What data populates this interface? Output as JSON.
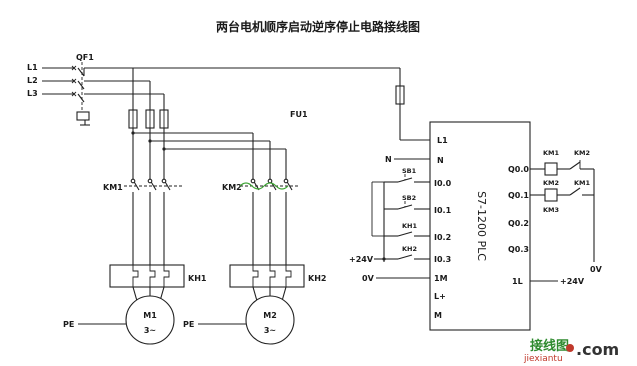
{
  "title": "两台电机顺序启动逆序停止电路接线图",
  "labels": {
    "L1": "L1",
    "L2": "L2",
    "L3": "L3",
    "QF1": "QF1",
    "FU1": "FU1",
    "KM1": "KM1",
    "KM2": "KM2",
    "KH1": "KH1",
    "KH2": "KH2",
    "PE1": "PE",
    "PE2": "PE",
    "M1": "M1",
    "M2": "M2",
    "motor_phase1": "3~",
    "motor_phase2": "3~",
    "N_left": "N",
    "V24_left": "+24V",
    "V0_left": "0V",
    "SB1": "SB1",
    "SB2": "SB2",
    "KH1_contact": "KH1",
    "KH2_contact": "KH2",
    "KM1_coil": "KM1",
    "KM2_contact": "KM2",
    "KM2_coil": "KM2",
    "KM1_contact": "KM1",
    "KM3_coil": "KM3",
    "V0_right": "0V",
    "V24_right": "+24V"
  },
  "plc": {
    "model": "S7-1200 PLC",
    "left_terminals": [
      "L1",
      "N",
      "I0.0",
      "I0.1",
      "I0.2",
      "I0.3",
      "1M",
      "L+",
      "M"
    ],
    "right_terminals": [
      "Q0.0",
      "Q0.1",
      "Q0.2",
      "Q0.3",
      "1L"
    ]
  },
  "watermark": {
    "cn": "接线图",
    "en": "jiexiantu",
    "dotcom": ".com"
  }
}
